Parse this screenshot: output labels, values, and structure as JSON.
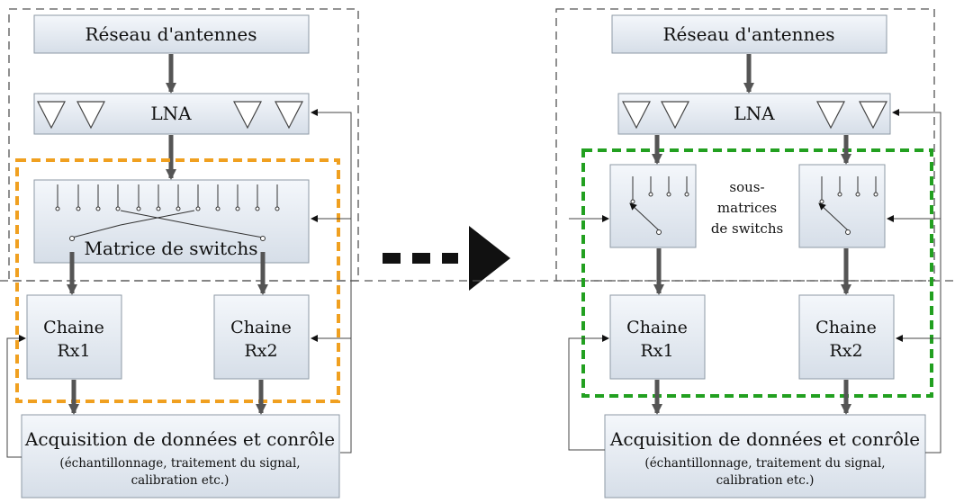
{
  "left": {
    "antenna_array": "Réseau d'antennes",
    "lna": "LNA",
    "switch_matrix": "Matrice de switchs",
    "chain1": [
      "Chaine",
      "Rx1"
    ],
    "chain2": [
      "Chaine",
      "Rx2"
    ],
    "acquisition": {
      "title": "Acquisition de données et conrôle",
      "detail": [
        "(échantillonnage, traitement du signal,",
        "calibration etc.)"
      ]
    },
    "highlight_color": "#f0a020"
  },
  "right": {
    "antenna_array": "Réseau d'antennes",
    "lna": "LNA",
    "submatrices": [
      "sous-",
      "matrices",
      "de switchs"
    ],
    "chain1": [
      "Chaine",
      "Rx1"
    ],
    "chain2": [
      "Chaine",
      "Rx2"
    ],
    "acquisition": {
      "title": "Acquisition de données et conrôle",
      "detail": [
        "(échantillonnage, traitement du signal,",
        "calibration etc.)"
      ]
    },
    "highlight_color": "#22a020"
  }
}
